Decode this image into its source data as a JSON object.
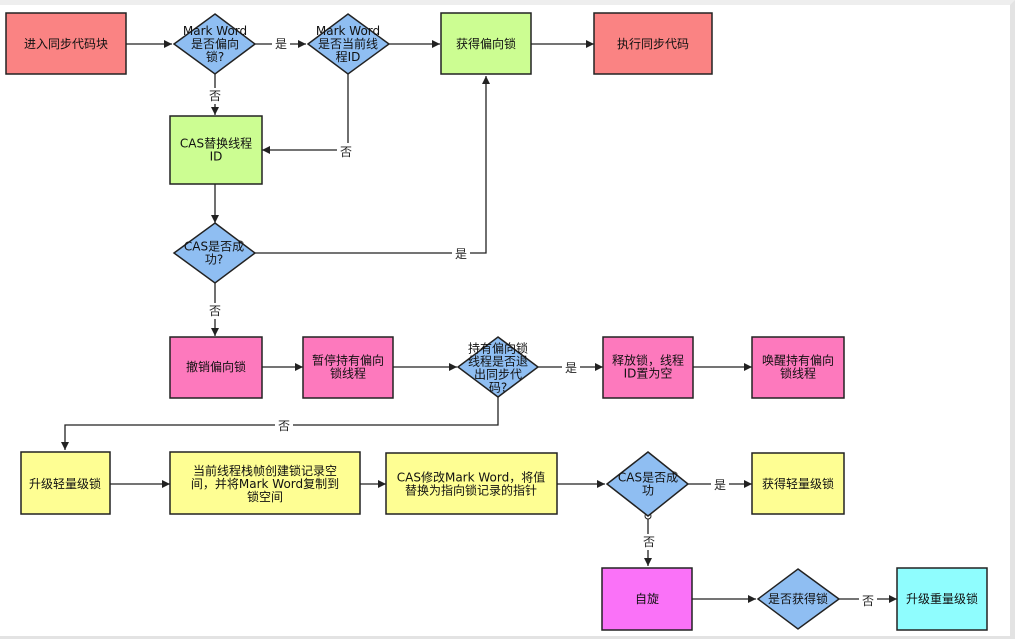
{
  "colors": {
    "red": "#fa8383",
    "green": "#ccfd92",
    "blue": "#8fbef2",
    "pink": "#fd79bd",
    "yellow": "#fefe93",
    "magenta": "#fa72f8",
    "cyan": "#8ffdfe",
    "stroke": "#222222"
  },
  "nodes": {
    "enter": {
      "lines": [
        "进入同步代码块"
      ]
    },
    "q_biased": {
      "lines": [
        "Mark Word",
        "是否偏向",
        "锁?"
      ]
    },
    "q_thread": {
      "lines": [
        "Mark Word",
        "是否当前线",
        "程ID"
      ]
    },
    "get_biased": {
      "lines": [
        "获得偏向锁"
      ]
    },
    "exec": {
      "lines": [
        "执行同步代码"
      ]
    },
    "cas_replace": {
      "lines": [
        "CAS替换线程",
        "ID"
      ]
    },
    "q_cas1": {
      "lines": [
        "CAS是否成",
        "功?"
      ]
    },
    "revoke": {
      "lines": [
        "撤销偏向锁"
      ]
    },
    "pause": {
      "lines": [
        "暂停持有偏向",
        "锁线程"
      ]
    },
    "q_exit": {
      "lines": [
        "持有偏向锁",
        "线程是否退",
        "出同步代",
        "码?"
      ]
    },
    "release": {
      "lines": [
        "释放锁，线程",
        "ID置为空"
      ]
    },
    "wake": {
      "lines": [
        "唤醒持有偏向",
        "锁线程"
      ]
    },
    "upgrade_light": {
      "lines": [
        "升级轻量级锁"
      ]
    },
    "create_record": {
      "lines": [
        "当前线程栈帧创建锁记录空",
        "间，并将Mark Word复制到",
        "锁空间"
      ]
    },
    "cas_modify": {
      "lines": [
        "CAS修改Mark Word，将值",
        "替换为指向锁记录的指针"
      ]
    },
    "q_cas2": {
      "lines": [
        "CAS是否成",
        "功"
      ]
    },
    "get_light": {
      "lines": [
        "获得轻量级锁"
      ]
    },
    "spin": {
      "lines": [
        "自旋"
      ]
    },
    "q_get": {
      "lines": [
        "是否获得锁"
      ]
    },
    "upgrade_heavy": {
      "lines": [
        "升级重量级锁"
      ]
    }
  },
  "edge_labels": {
    "yes_thread": "是",
    "no_biased": "否",
    "no_thread": "否",
    "yes_cas1": "是",
    "no_cas1": "否",
    "yes_exit": "是",
    "no_exit": "否",
    "yes_cas2": "是",
    "no_cas2": "否",
    "no_get": "否"
  }
}
